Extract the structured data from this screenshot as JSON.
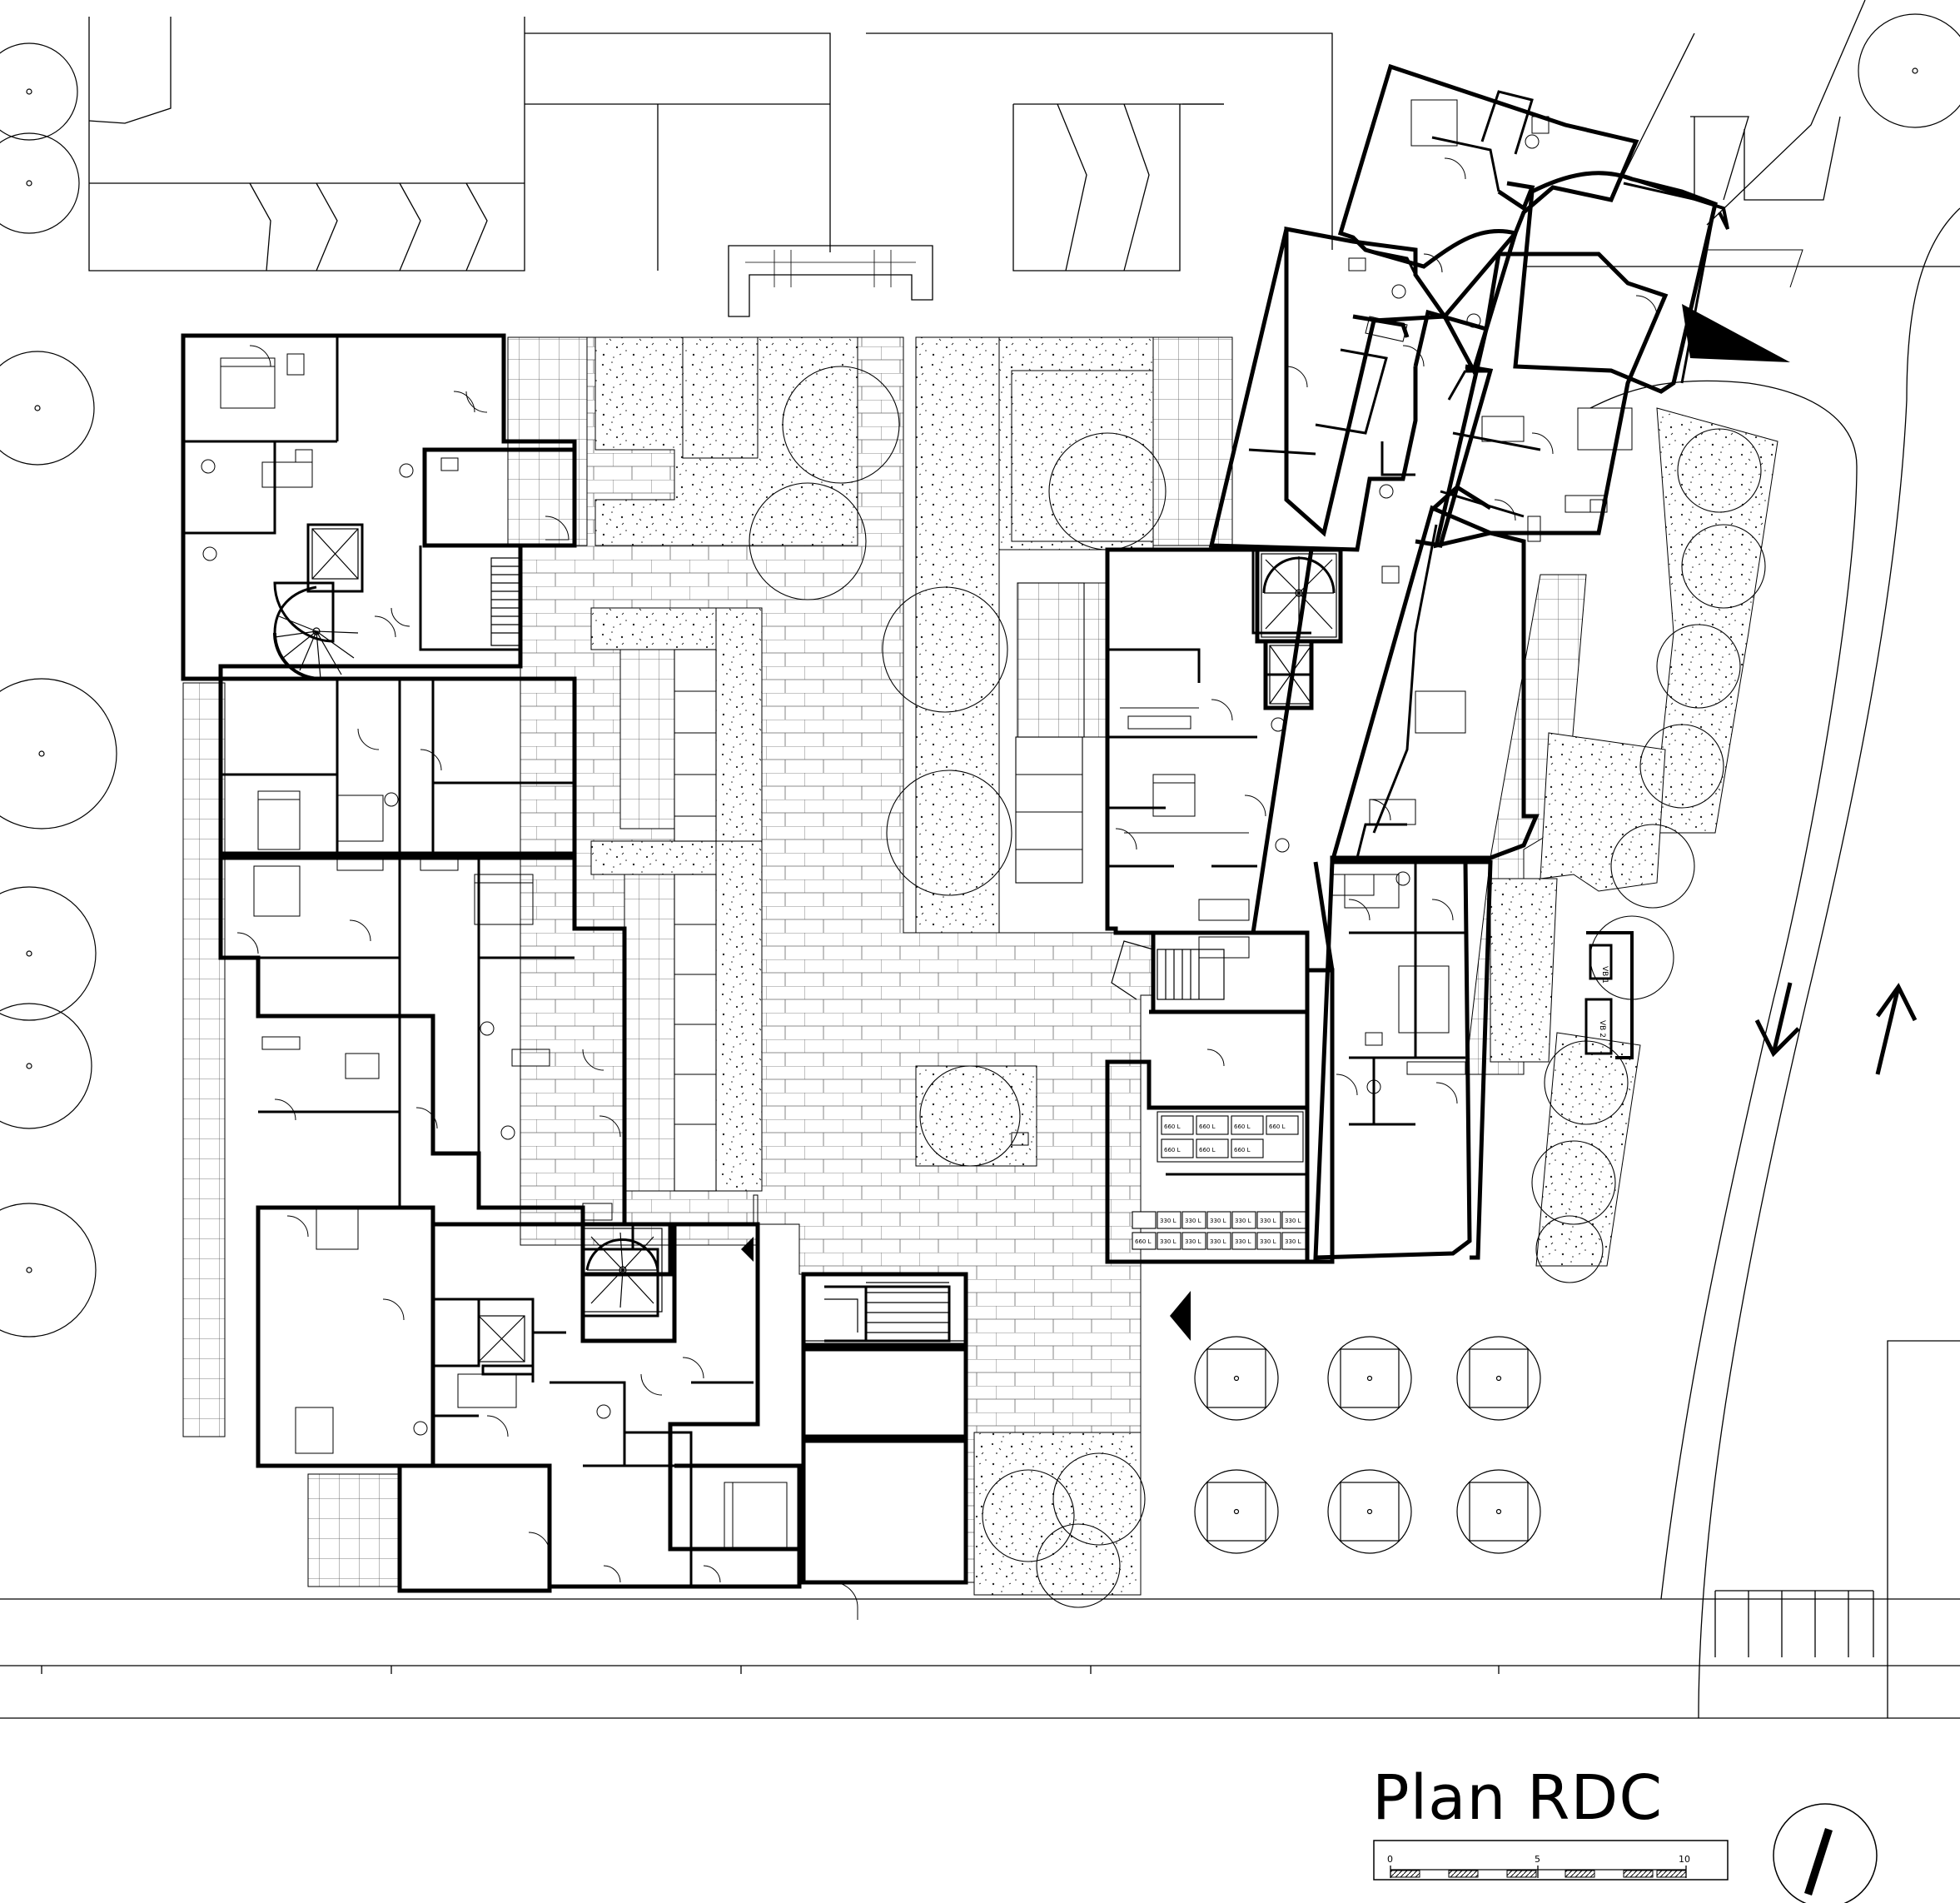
{
  "drawing": {
    "title": "Plan RDC"
  },
  "scale_bar": {
    "ticks": [
      "0",
      "5",
      "10"
    ]
  },
  "bin_labels": {
    "large": "660 L",
    "small": "330 L"
  },
  "bike_labels": [
    "VB 1",
    "VB 2"
  ],
  "icons": {
    "north": "north-arrow-icon",
    "entry": "entry-arrow-icon",
    "traffic": "traffic-direction-arrow-icon"
  }
}
